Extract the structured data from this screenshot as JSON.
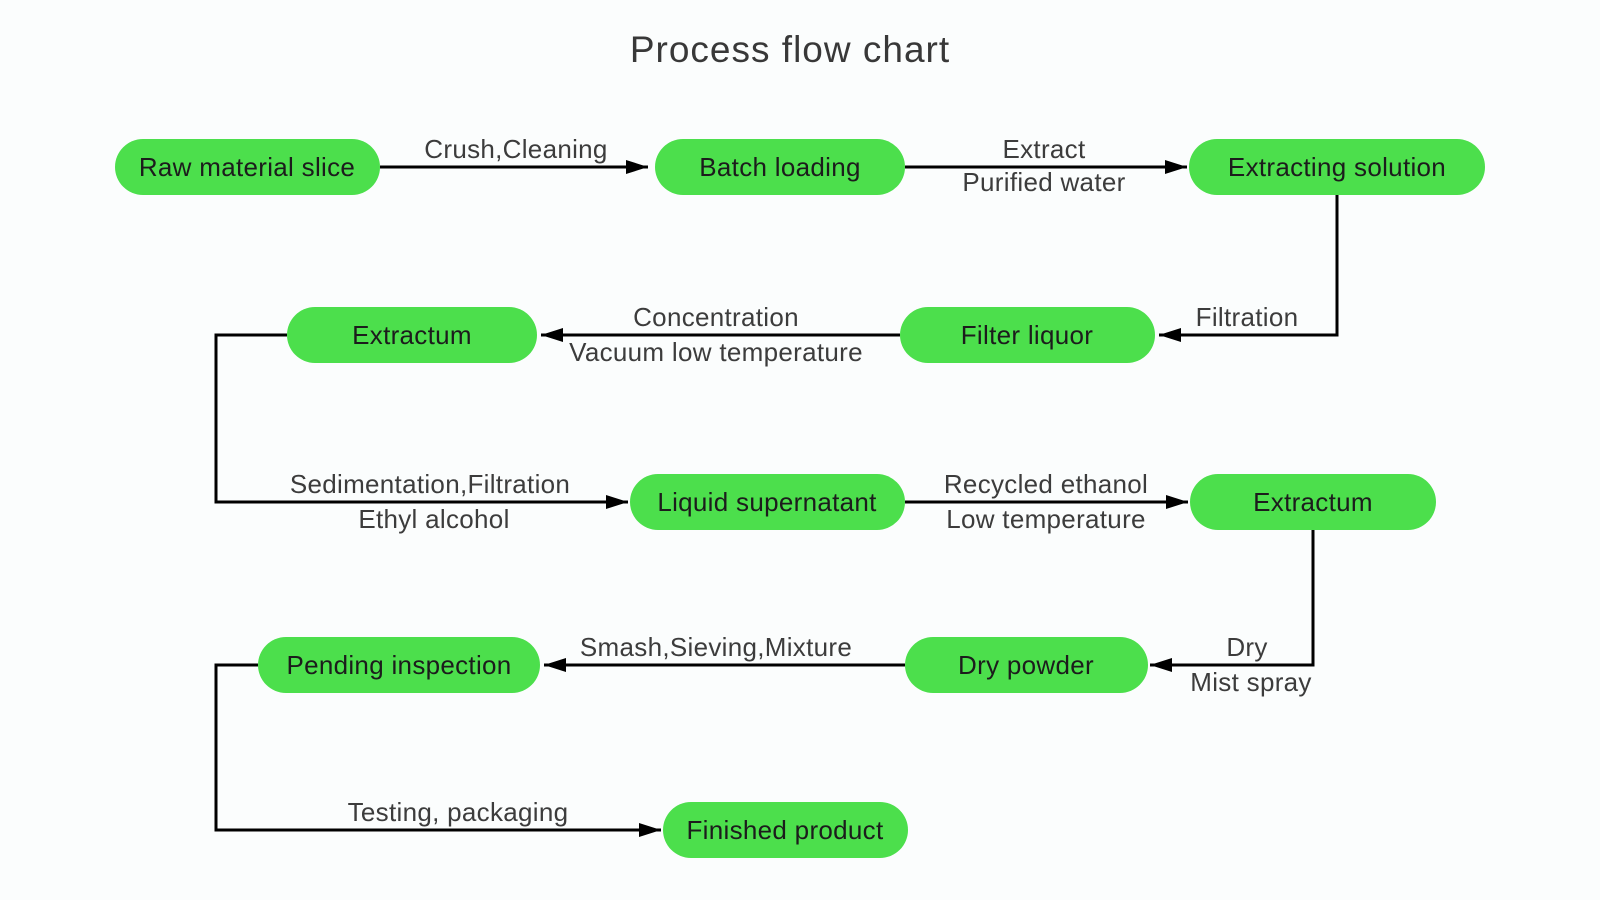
{
  "title": "Process flow chart",
  "colors": {
    "background": "#fbfdfd",
    "node_fill": "#4cdf4c",
    "node_text": "#1c1c1c",
    "edge_line": "#000000",
    "edge_label_text": "#3c3c3c",
    "title_text": "#383838"
  },
  "nodes": {
    "raw_material_slice": {
      "label": "Raw material slice"
    },
    "batch_loading": {
      "label": "Batch loading"
    },
    "extracting_solution": {
      "label": "Extracting solution"
    },
    "filter_liquor": {
      "label": "Filter liquor"
    },
    "extractum_1": {
      "label": "Extractum"
    },
    "liquid_supernatant": {
      "label": "Liquid supernatant"
    },
    "extractum_2": {
      "label": "Extractum"
    },
    "dry_powder": {
      "label": "Dry powder"
    },
    "pending_inspection": {
      "label": "Pending inspection"
    },
    "finished_product": {
      "label": "Finished product"
    }
  },
  "edges": {
    "raw_to_batch": {
      "from": "Raw material slice",
      "to": "Batch loading",
      "label_top": "Crush,Cleaning"
    },
    "batch_to_extracting": {
      "from": "Batch loading",
      "to": "Extracting solution",
      "label_top": "Extract",
      "label_bottom": "Purified water"
    },
    "extracting_to_filter": {
      "from": "Extracting solution",
      "to": "Filter liquor",
      "label_top": "Filtration"
    },
    "filter_to_extractum1": {
      "from": "Filter liquor",
      "to": "Extractum",
      "label_top": "Concentration",
      "label_bottom": "Vacuum low temperature"
    },
    "extractum1_to_liquid": {
      "from": "Extractum",
      "to": "Liquid supernatant",
      "label_top": "Sedimentation,Filtration",
      "label_bottom": "Ethyl alcohol"
    },
    "liquid_to_extractum2": {
      "from": "Liquid supernatant",
      "to": "Extractum",
      "label_top": "Recycled ethanol",
      "label_bottom": "Low temperature"
    },
    "extractum2_to_dry": {
      "from": "Extractum",
      "to": "Dry powder",
      "label_top": "Dry",
      "label_bottom": "Mist spray"
    },
    "dry_to_pending": {
      "from": "Dry powder",
      "to": "Pending inspection",
      "label_top": "Smash,Sieving,Mixture"
    },
    "pending_to_finished": {
      "from": "Pending inspection",
      "to": "Finished product",
      "label_top": "Testing, packaging"
    }
  }
}
